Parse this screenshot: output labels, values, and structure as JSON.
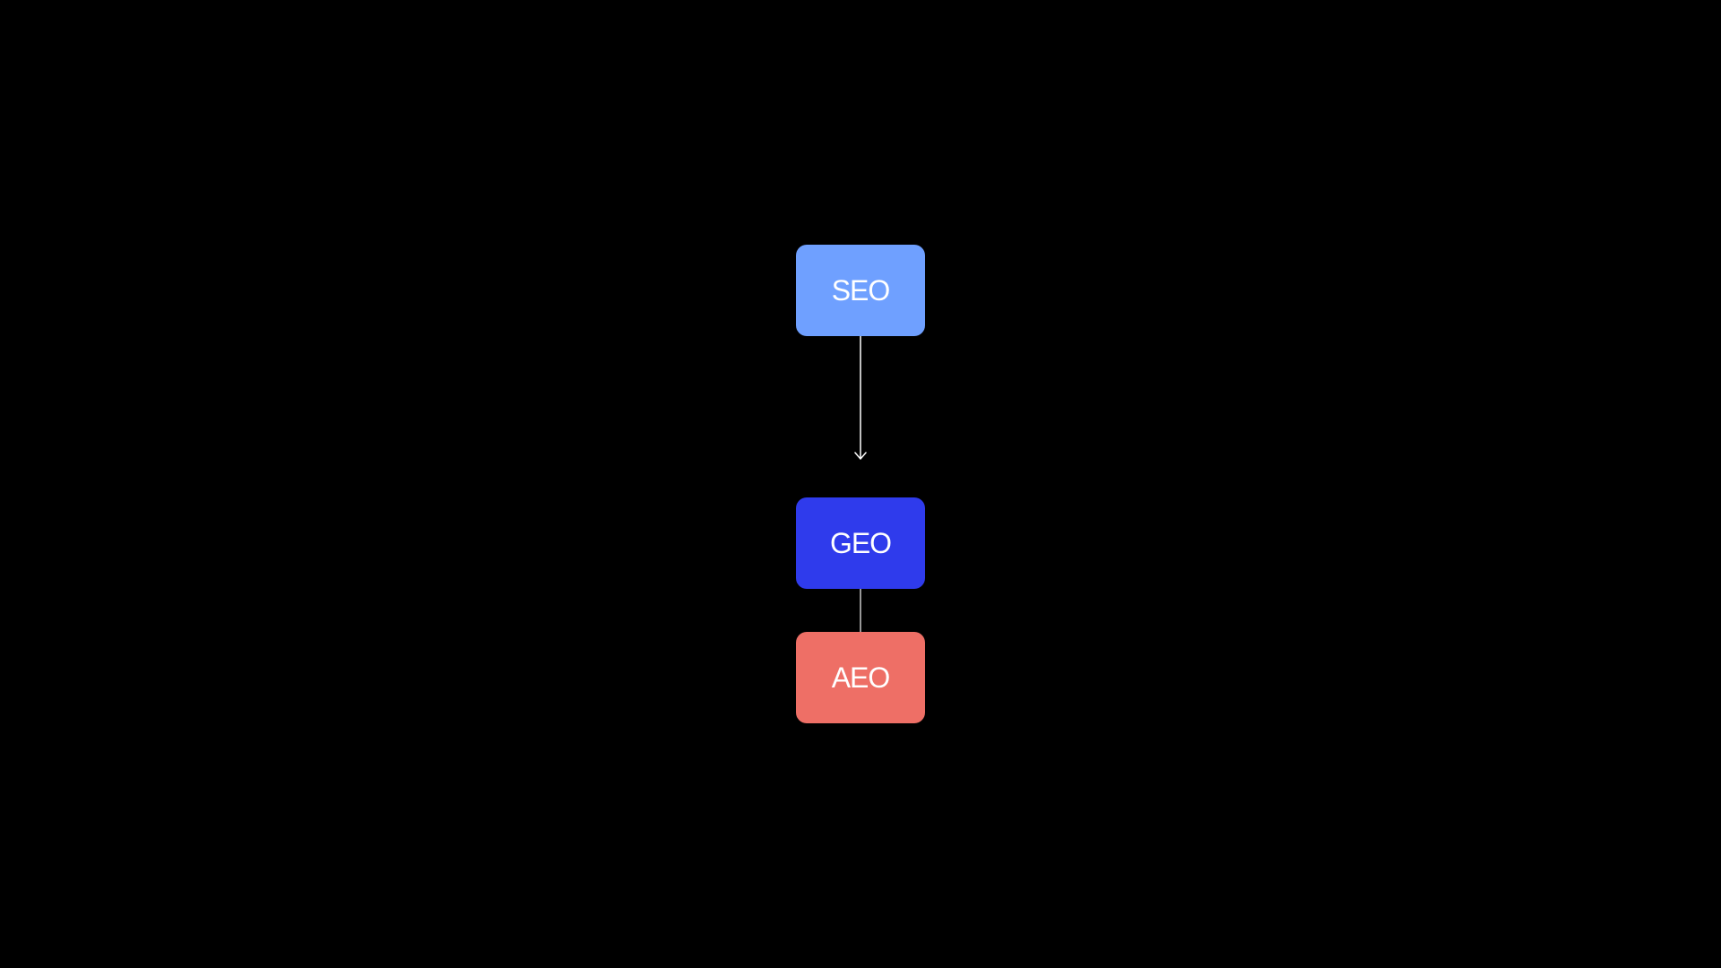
{
  "diagram": {
    "nodes": [
      {
        "id": "seo",
        "label": "SEO",
        "color": "#6fa0ff"
      },
      {
        "id": "geo",
        "label": "GEO",
        "color": "#2f3bec"
      },
      {
        "id": "aeo",
        "label": "AEO",
        "color": "#ee6f66"
      }
    ],
    "edges": [
      {
        "from": "seo",
        "to": "geo",
        "arrow": true,
        "color": "#ffffff"
      },
      {
        "from": "geo",
        "to": "aeo",
        "arrow": false,
        "color": "#ffffff"
      }
    ],
    "background": "#000000"
  }
}
